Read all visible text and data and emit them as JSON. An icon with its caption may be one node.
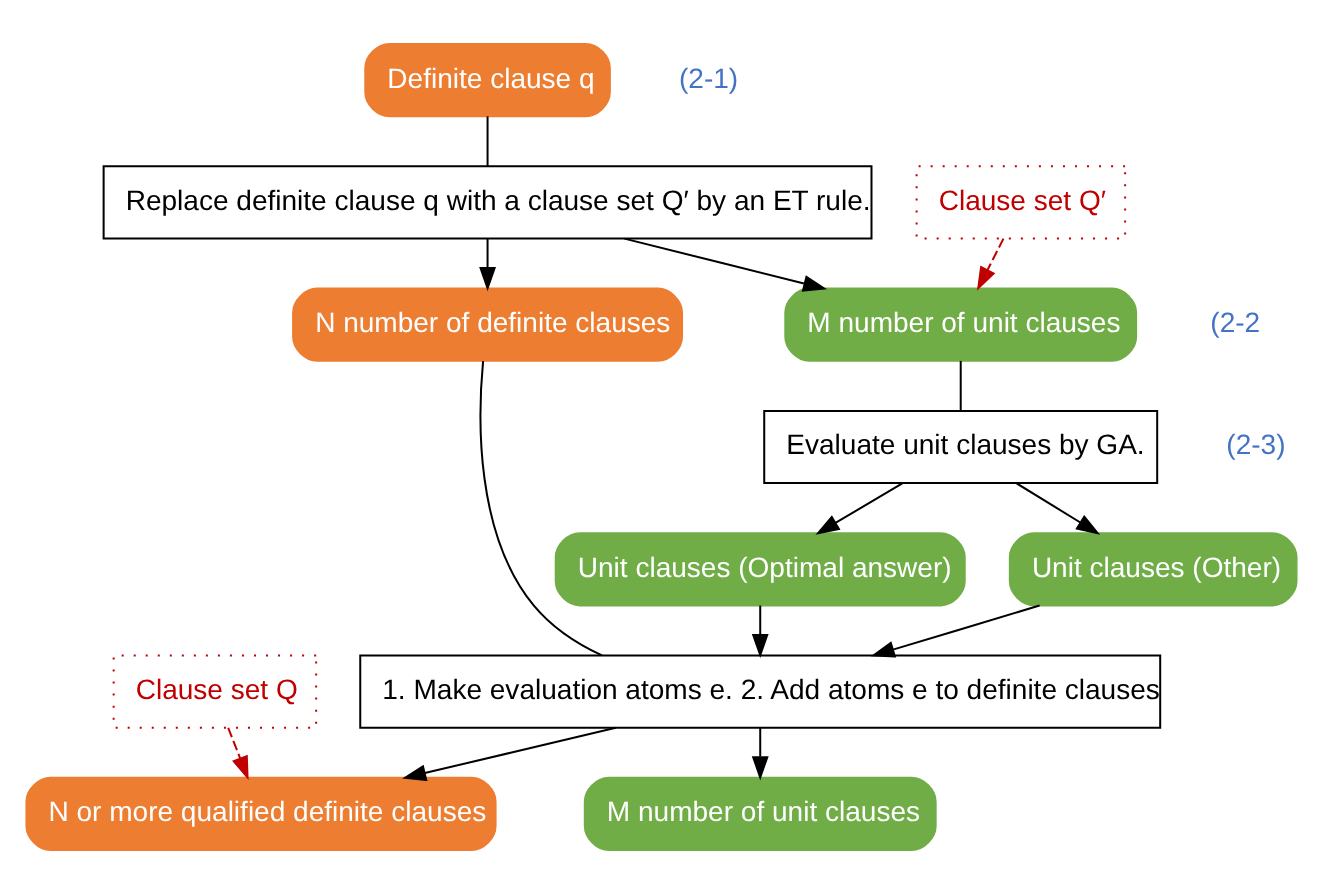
{
  "diagram": {
    "nodes": [
      {
        "text": [
          "Definite clause q"
        ]
      },
      {
        "text": [
          "Replace definite clause q with a clause set Q′ by an ET rule."
        ]
      },
      {
        "text": [
          "Clause set Q′"
        ]
      },
      {
        "text": [
          "N number of definite clauses"
        ]
      },
      {
        "text": [
          "M number of unit clauses"
        ]
      },
      {
        "text": [
          "Evaluate unit clauses by GA."
        ]
      },
      {
        "text": [
          "Unit clauses (Optimal answer)"
        ]
      },
      {
        "text": [
          "Unit clauses (Other)"
        ]
      },
      {
        "text": [
          "1. Make evaluation atoms e. 2. Add atoms e to definite clauses"
        ]
      },
      {
        "text": [
          "N or more qualified definite clauses"
        ]
      },
      {
        "text": [
          "M number of unit clauses"
        ]
      },
      {
        "text": [
          "Clause set Q"
        ]
      }
    ],
    "edges": [
      {
        "from": 0,
        "to": 1,
        "arrow": "none"
      },
      {
        "from": 1,
        "to": 3,
        "arrow": "to"
      },
      {
        "from": 1,
        "to": 4,
        "arrow": "to"
      },
      {
        "from": 2,
        "to": 4,
        "arrow": "to",
        "style": "dashed",
        "color": "#c00000"
      },
      {
        "from": 4,
        "to": 5,
        "arrow": "none"
      },
      {
        "from": 5,
        "to": 6,
        "arrow": "to"
      },
      {
        "from": 5,
        "to": 7,
        "arrow": "to"
      },
      {
        "from": 6,
        "to": 8,
        "arrow": "to"
      },
      {
        "from": 7,
        "to": 8,
        "arrow": "to"
      },
      {
        "from": 3,
        "to": 8,
        "arrow": "none"
      },
      {
        "from": 8,
        "to": 9,
        "arrow": "to"
      },
      {
        "from": 8,
        "to": 10,
        "arrow": "to"
      },
      {
        "from": 11,
        "to": 9,
        "arrow": "to",
        "style": "dashed",
        "color": "#c00000"
      }
    ],
    "labels": [
      "(2-1)",
      "(2-2",
      "(2-3)"
    ]
  }
}
